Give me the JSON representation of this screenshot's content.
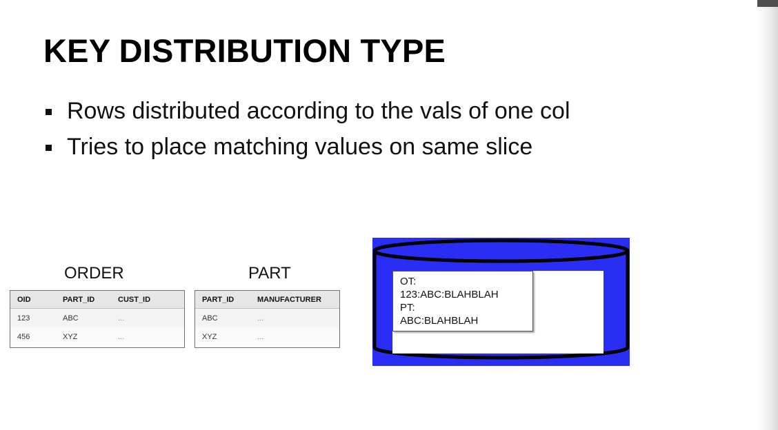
{
  "slide": {
    "title": "KEY DISTRIBUTION TYPE",
    "bullets": [
      "Rows distributed according to the vals of one col",
      "Tries to place matching values on same slice"
    ]
  },
  "order_table": {
    "caption": "ORDER",
    "headers": [
      "OID",
      "PART_ID",
      "CUST_ID"
    ],
    "rows": [
      [
        "123",
        "ABC",
        "..."
      ],
      [
        "456",
        "XYZ",
        "..."
      ]
    ]
  },
  "part_table": {
    "caption": "PART",
    "headers": [
      "PART_ID",
      "MANUFACTURER"
    ],
    "rows": [
      [
        "ABC",
        "..."
      ],
      [
        "XYZ",
        "..."
      ]
    ]
  },
  "slice": {
    "lines": [
      "OT:",
      "123:ABC:BLAHBLAH",
      "PT:",
      "ABC:BLAHBLAH"
    ],
    "colors": {
      "background": "#2a2ef5",
      "outline": "#000000",
      "inner": "#ffffff"
    }
  }
}
